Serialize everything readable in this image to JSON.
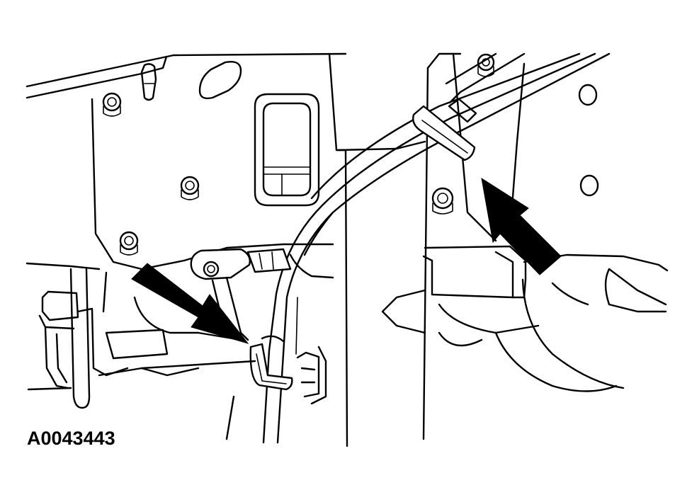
{
  "figure": {
    "id": "A0043443"
  },
  "colors": {
    "line": "#000000",
    "background": "#ffffff",
    "arrow": "#000000"
  },
  "callouts": [
    {
      "name": "arrow-lower-left",
      "target": "lower-hose-clip"
    },
    {
      "name": "arrow-upper-right",
      "target": "upper-hose-clip"
    }
  ]
}
